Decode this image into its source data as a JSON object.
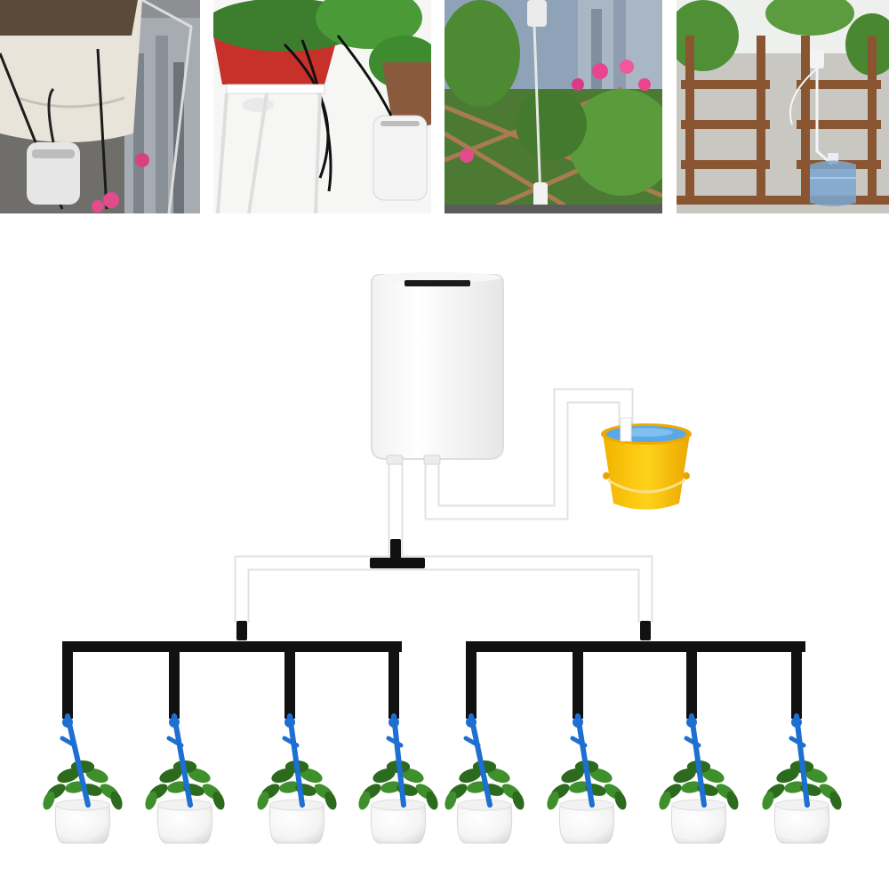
{
  "colors": {
    "main_tube": "#ffffff",
    "main_tube_outline": "#e3e3e3",
    "drip_hose": "#111111",
    "drip_stake": "#1d6fd1",
    "bucket": "#f5c400",
    "bucket_rim": "#f0a800",
    "water": "#5aa9e6",
    "leaf": "#3f8f2c",
    "leaf_dark": "#2c6a1e",
    "pot": "#ffffff"
  },
  "photos": [
    {
      "icon": "balcony-planter-with-pump-photo"
    },
    {
      "icon": "potted-plant-with-pump-photo"
    },
    {
      "icon": "flowering-trellis-photo"
    },
    {
      "icon": "wooden-plant-shelf-with-water-jug-photo"
    }
  ],
  "diagram": {
    "pump_icon": "pump-unit-icon",
    "bucket_icon": "water-bucket-icon",
    "plant_icon": "potted-plant-icon",
    "stake_icon": "drip-stake-icon",
    "plant_count": 8
  }
}
